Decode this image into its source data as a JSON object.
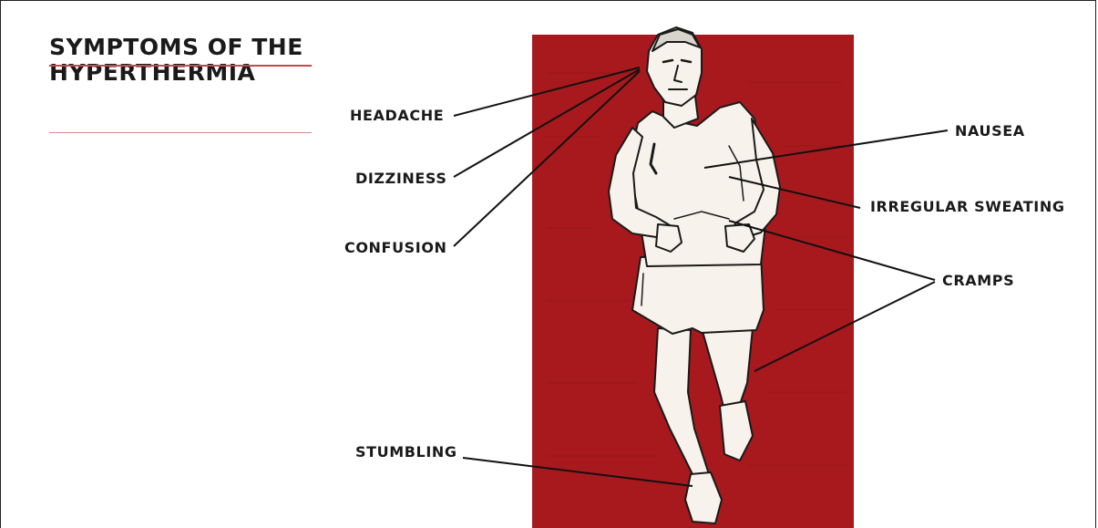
{
  "title": {
    "line1": "SYMPTOMS OF THE",
    "line2": "HYPERTHERMIA"
  },
  "colors": {
    "panel_red": "#a8191e",
    "accent_rule": "#c8474b",
    "text": "#1a1a1a"
  },
  "figure": {
    "subject": "runner-illustration"
  },
  "labels": {
    "headache": "HEADACHE",
    "dizziness": "DIZZINESS",
    "confusion": "CONFUSION",
    "nausea": "NAUSEA",
    "irregular_sweating": "IRREGULAR SWEATING",
    "cramps": "CRAMPS",
    "stumbling": "STUMBLING"
  }
}
